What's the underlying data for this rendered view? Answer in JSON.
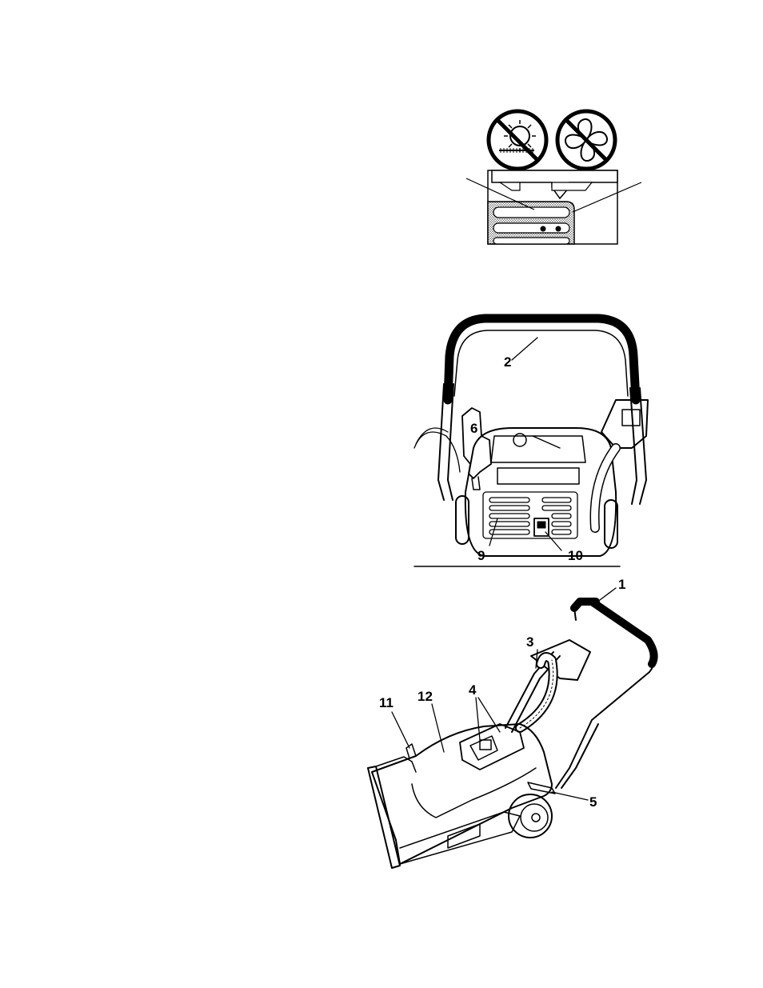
{
  "figures": {
    "warning_label": {
      "icons": [
        "no-heat-icon",
        "no-fan-icon"
      ]
    },
    "rear_view": {
      "callouts": {
        "c2": "2",
        "c6": "6",
        "c9": "9",
        "c10": "10"
      }
    },
    "side_view": {
      "callouts": {
        "c1": "1",
        "c3": "3",
        "c4": "4",
        "c5": "5",
        "c11": "11",
        "c12": "12"
      }
    }
  }
}
